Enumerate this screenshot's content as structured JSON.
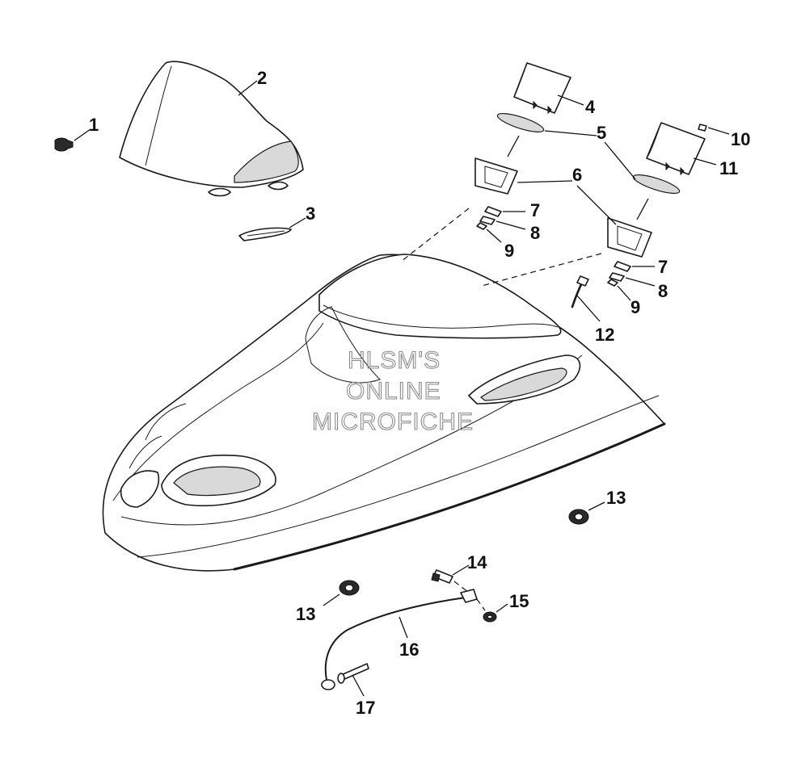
{
  "watermark": {
    "line1": "HLSM'S",
    "line2": "ONLINE",
    "line3": "MICROFICHE"
  },
  "callouts": {
    "c1": "1",
    "c2": "2",
    "c3": "3",
    "c4": "4",
    "c5": "5",
    "c6": "6",
    "c7a": "7",
    "c7b": "7",
    "c8a": "8",
    "c8b": "8",
    "c9a": "9",
    "c9b": "9",
    "c10": "10",
    "c11": "11",
    "c12": "12",
    "c13a": "13",
    "c13b": "13",
    "c14": "14",
    "c15": "15",
    "c16": "16",
    "c17": "17"
  }
}
